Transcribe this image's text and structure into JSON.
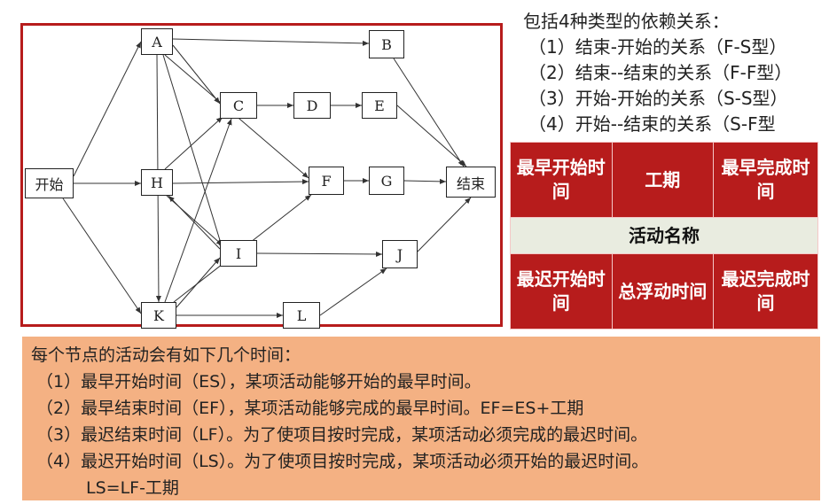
{
  "network": {
    "nodes": {
      "start": "开始",
      "A": "A",
      "B": "B",
      "C": "C",
      "D": "D",
      "E": "E",
      "F": "F",
      "G": "G",
      "H": "H",
      "I": "I",
      "J": "J",
      "K": "K",
      "L": "L",
      "end": "结束"
    }
  },
  "dependencies": {
    "heading": "包括4种类型的依赖关系：",
    "items": [
      "（1）结束-开始的关系（F-S型）",
      "（2）结束--结束的关系（F-F型）",
      "（3）开始-开始的关系（S-S型）",
      "（4）开始--结束的关系（S-F型"
    ]
  },
  "legend": {
    "es": "最早开始时间",
    "duration": "工期",
    "ef": "最早完成时间",
    "name": "活动名称",
    "ls": "最迟开始时间",
    "float": "总浮动时间",
    "lf": "最迟完成时间"
  },
  "notes": {
    "heading": "每个节点的活动会有如下几个时间：",
    "items": [
      "（1）最早开始时间（ES），某项活动能够开始的最早时间。",
      "（2）最早结束时间（EF），某项活动能够完成的最早时间。EF=ES+工期",
      "（3）最迟结束时间（LF）。为了使项目按时完成，某项活动必须完成的最迟时间。",
      "（4）最迟开始时间（LS）。为了使项目按时完成，某项活动必须开始的最迟时间。"
    ],
    "continuation": "LS=LF-工期"
  },
  "colors": {
    "frame": "#b71c1c",
    "legend_bg": "#b71c1c",
    "legend_name_bg": "#e9ece0",
    "notes_bg": "#f4b183"
  }
}
